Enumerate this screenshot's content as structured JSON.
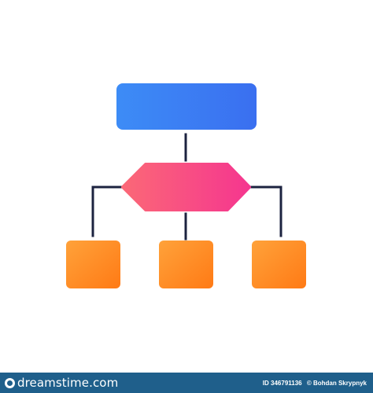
{
  "diagram": {
    "nodes": [
      {
        "id": "top",
        "shape": "rounded-rectangle",
        "fill": [
          "#3d8cf6",
          "#3a6ff0"
        ]
      },
      {
        "id": "middle",
        "shape": "hexagon",
        "fill": [
          "#fb6877",
          "#f5368f"
        ]
      },
      {
        "id": "left",
        "shape": "rounded-square",
        "fill": [
          "#ffa23a",
          "#ff7a15"
        ]
      },
      {
        "id": "center",
        "shape": "rounded-square",
        "fill": [
          "#ffa23a",
          "#ff7a15"
        ]
      },
      {
        "id": "right",
        "shape": "rounded-square",
        "fill": [
          "#ffa23a",
          "#ff7a15"
        ]
      }
    ],
    "edges": [
      {
        "from": "top",
        "to": "middle"
      },
      {
        "from": "middle",
        "to": "left"
      },
      {
        "from": "middle",
        "to": "center"
      },
      {
        "from": "middle",
        "to": "right"
      }
    ],
    "connector_color": "#1c2340"
  },
  "footer": {
    "brand": "dreamstime.com",
    "id_text": "ID 346791136",
    "credit": "© Bohdan Skrypnyk",
    "background": "#1f5f8b"
  }
}
